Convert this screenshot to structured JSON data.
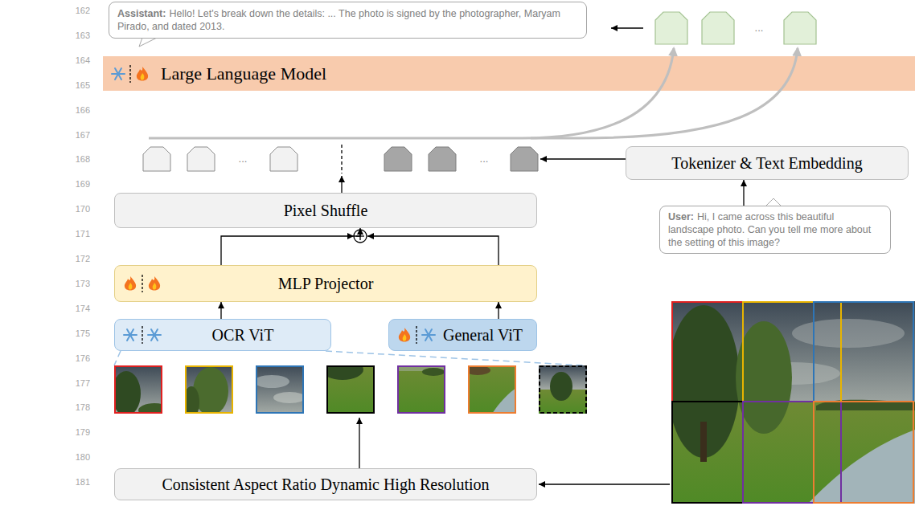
{
  "diagram": {
    "nodes": [
      {
        "text": [
          "Assistant:",
          "Hello! Let's break down the details: ... The photo is signed by the photographer, Maryam Pirado, and dated 2013."
        ]
      },
      {
        "text": [
          "Large Language Model"
        ]
      },
      {
        "text": [
          "Tokenizer & Text Embedding"
        ]
      },
      {
        "text": [
          "Pixel Shuffle"
        ]
      },
      {
        "text": [
          "User:",
          "Hi, I came across this beautiful landscape photo. Can you tell me more about the setting of this image?"
        ]
      },
      {
        "text": [
          "MLP Projector"
        ]
      },
      {
        "text": [
          "OCR ViT"
        ]
      },
      {
        "text": [
          "General ViT"
        ]
      },
      {
        "text": [
          "Consistent Aspect Ratio Dynamic High Resolution"
        ]
      }
    ],
    "edges": [
      {
        "from": 4,
        "to": 2,
        "arrow": "to"
      },
      {
        "from": 6,
        "to": 5,
        "arrow": "to"
      },
      {
        "from": 7,
        "to": 5,
        "arrow": "to"
      },
      {
        "from": 5,
        "to": 3,
        "arrow": "to"
      }
    ],
    "labels": [
      "162",
      "163",
      "164",
      "165",
      "166",
      "167",
      "168",
      "169",
      "170",
      "171",
      "172",
      "173",
      "174",
      "175",
      "176",
      "177",
      "178",
      "179",
      "180",
      "181",
      "...",
      "...",
      "..."
    ]
  }
}
